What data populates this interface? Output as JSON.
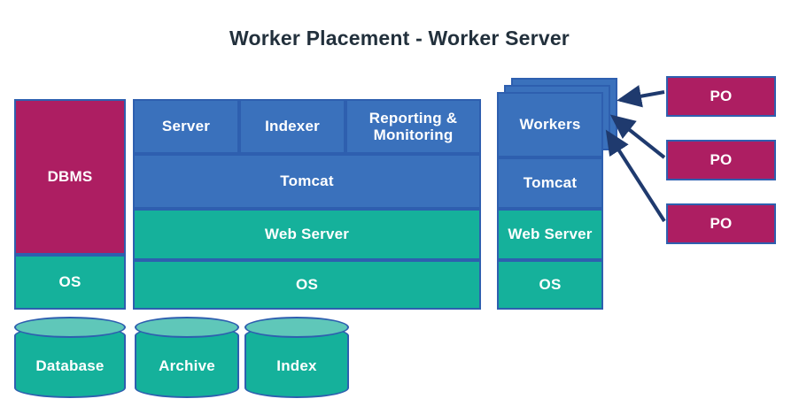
{
  "title": "Worker Placement - Worker Server",
  "colors": {
    "blue": "#3A71BC",
    "teal": "#15B19B",
    "magenta": "#AD1E62",
    "border": "#2E5FAF",
    "arrow": "#1F3A6E",
    "cylinder_top": "#5FC7B9",
    "title_text": "#22303C",
    "background": "#FFFFFF"
  },
  "db_column": {
    "dbms": "DBMS",
    "os": "OS",
    "database_cylinder": "Database"
  },
  "app_column": {
    "top_row": [
      {
        "label": "Server"
      },
      {
        "label": "Indexer"
      },
      {
        "label": "Reporting & Monitoring"
      }
    ],
    "tomcat": "Tomcat",
    "web_server": "Web Server",
    "os": "OS",
    "cylinders": [
      {
        "label": "Archive"
      },
      {
        "label": "Index"
      }
    ]
  },
  "worker_column": {
    "workers": "Workers",
    "workers_stack_count": 3,
    "tomcat": "Tomcat",
    "web_server": "Web Server",
    "os": "OS"
  },
  "po_boxes": [
    {
      "label": "PO"
    },
    {
      "label": "PO"
    },
    {
      "label": "PO"
    }
  ],
  "connections": [
    {
      "from": "po-box-1",
      "to": "workers-stack"
    },
    {
      "from": "po-box-2",
      "to": "workers-stack"
    },
    {
      "from": "po-box-3",
      "to": "workers-stack"
    }
  ]
}
